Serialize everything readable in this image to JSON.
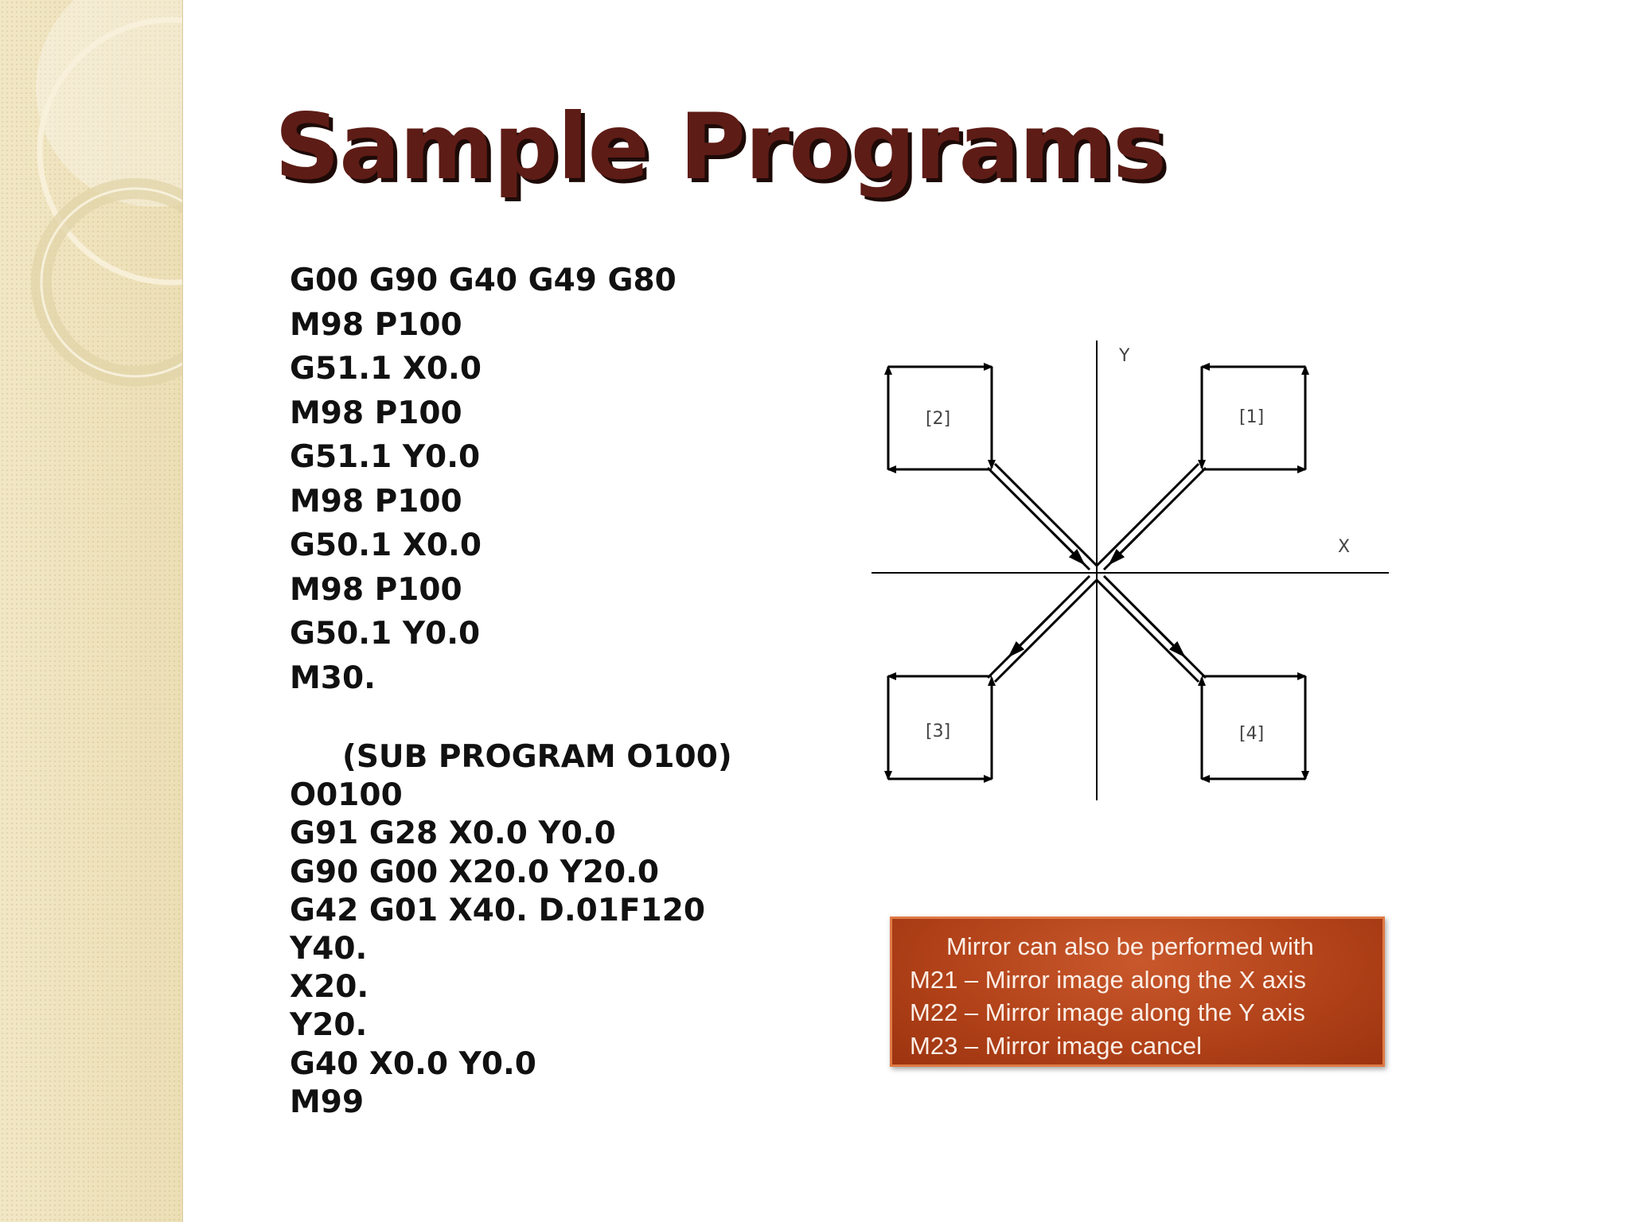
{
  "slide": {
    "title": "Sample Programs"
  },
  "main_program": [
    "G00 G90 G40 G49 G80",
    "M98 P100",
    "G51.1 X0.0",
    "M98 P100",
    "G51.1 Y0.0",
    "M98 P100",
    "G50.1 X0.0",
    "M98 P100",
    "G50.1 Y0.0",
    "M30."
  ],
  "sub_program": {
    "heading": "(SUB PROGRAM O100)",
    "lines": [
      "O0100",
      "G91 G28 X0.0 Y0.0",
      "G90 G00 X20.0 Y20.0",
      "G42 G01 X40. D.01F120",
      "Y40.",
      "X20.",
      "Y20.",
      "G40 X0.0 Y0.0",
      "M99"
    ]
  },
  "diagram": {
    "axis_x_label": "X",
    "axis_y_label": "Y",
    "quadrant_labels": [
      "[1]",
      "[2]",
      "[3]",
      "[4]"
    ]
  },
  "callout": {
    "lines": [
      "Mirror can also be performed with",
      "M21 – Mirror image along the X axis",
      "M22 – Mirror image along the Y axis",
      "M23 – Mirror image cancel"
    ]
  },
  "colors": {
    "title": "#5e1c16",
    "title_shadow": "#1d0a07",
    "callout_bg": "#b24219",
    "sidebar_bg": "#efe3bd"
  }
}
